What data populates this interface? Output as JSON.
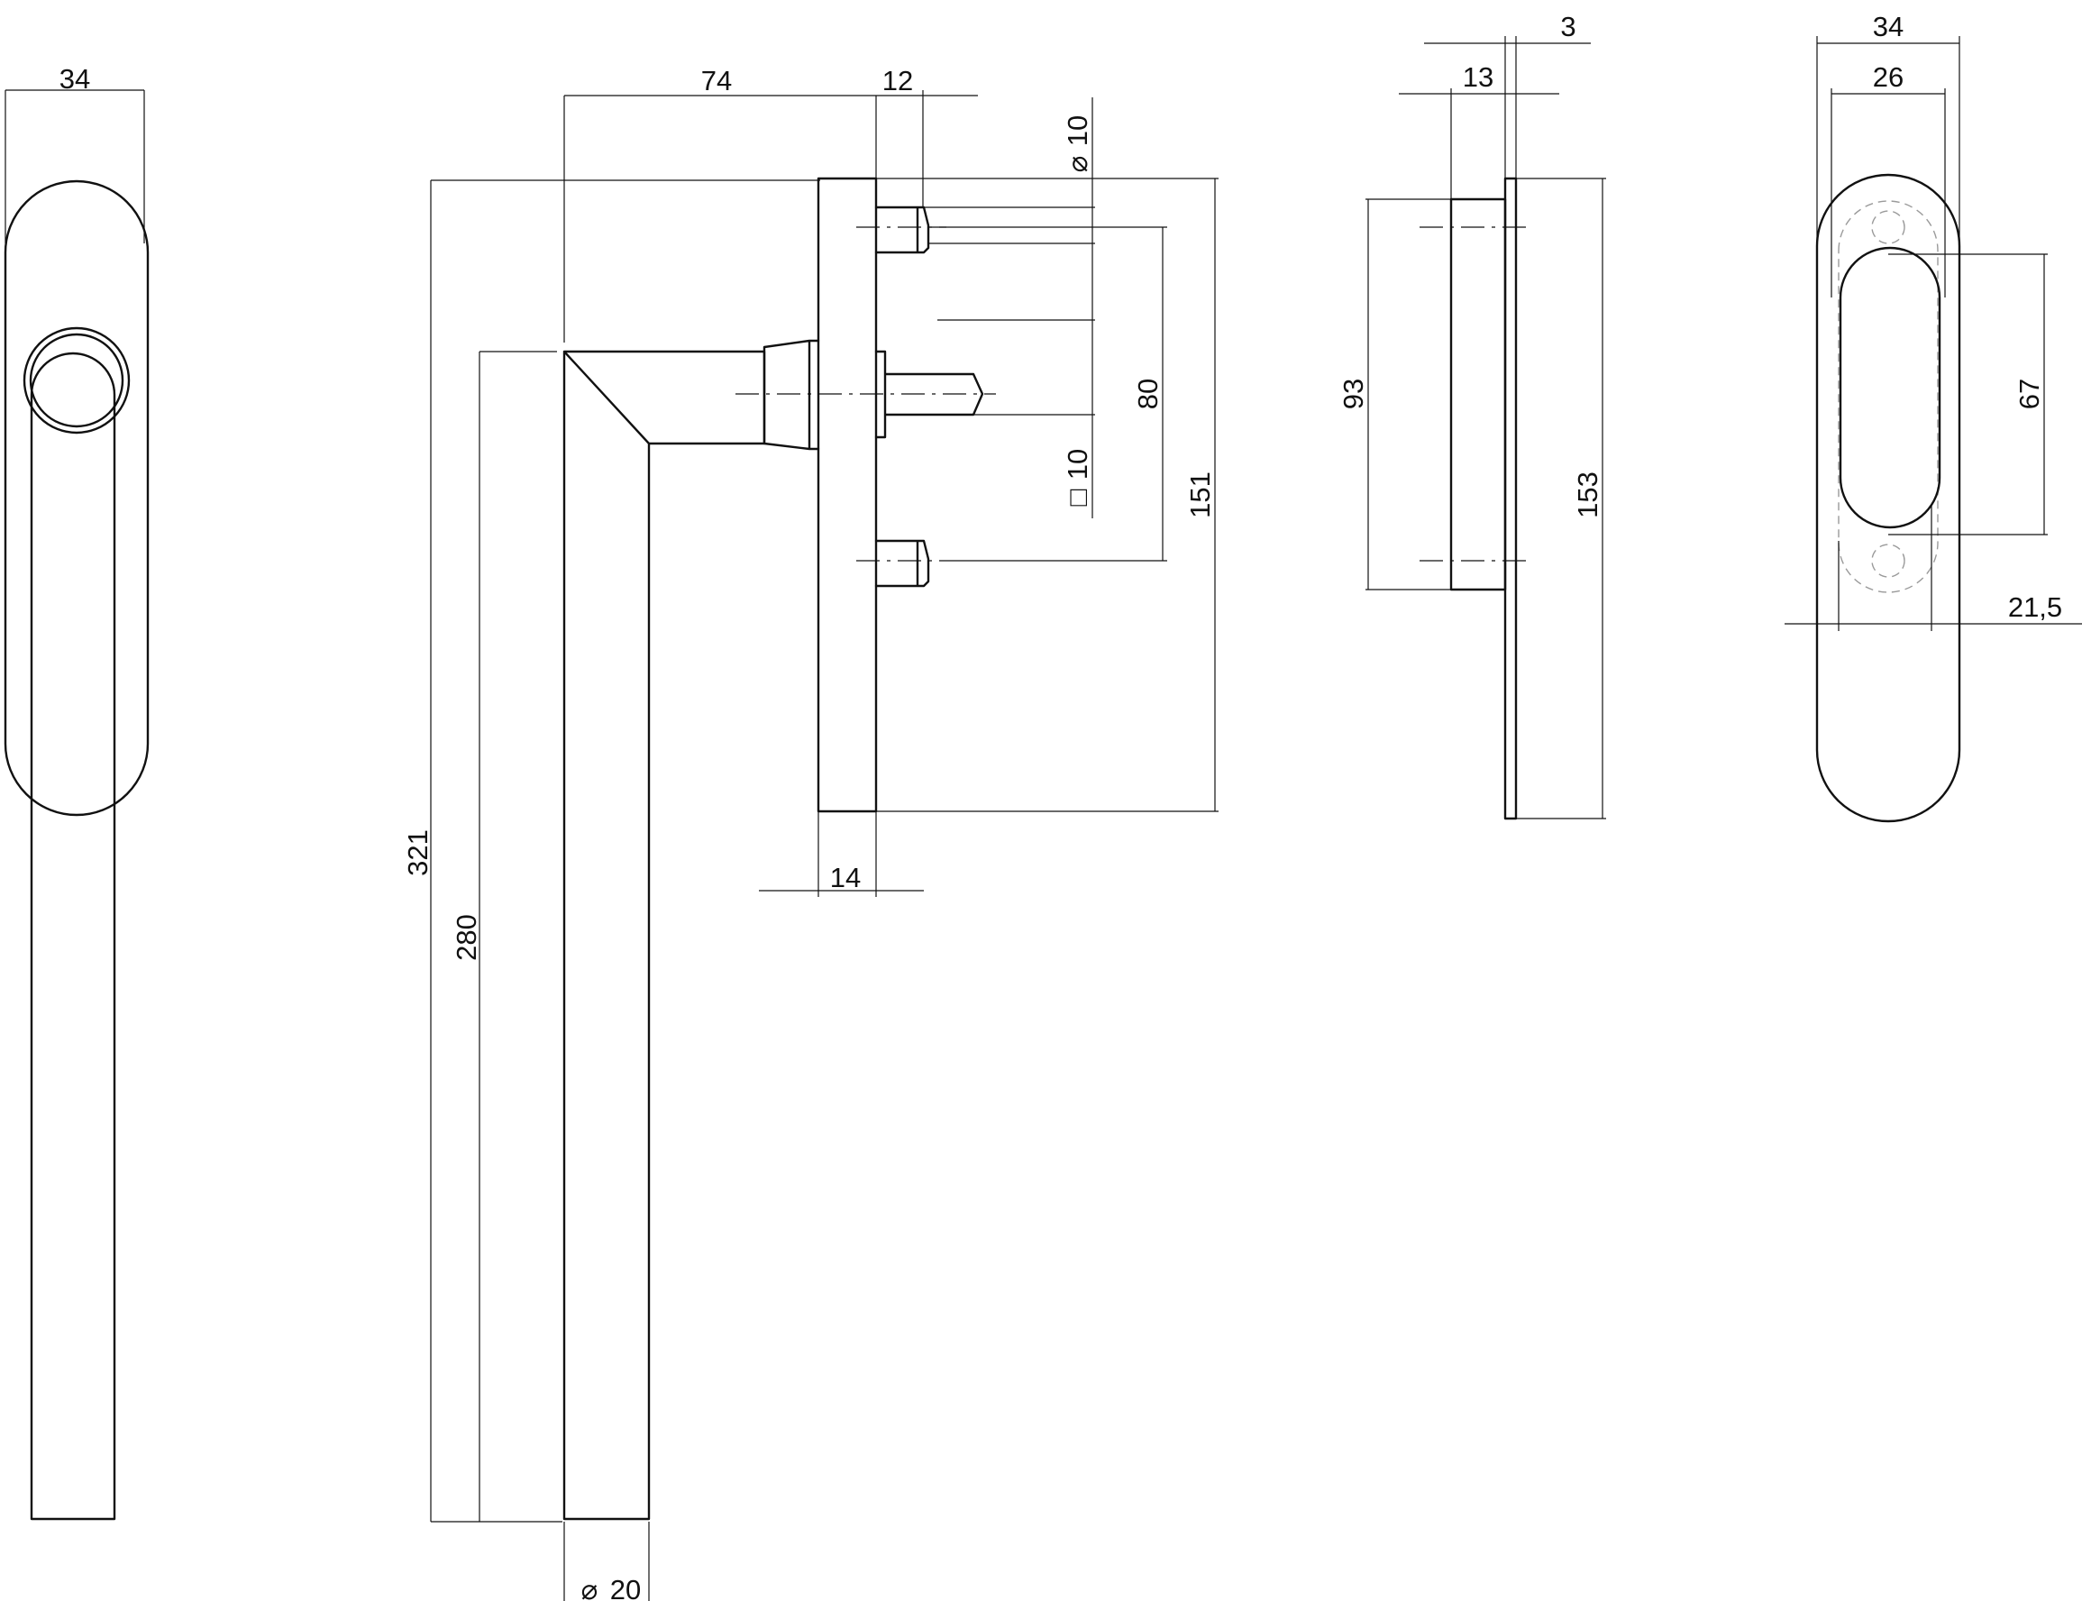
{
  "drawing": {
    "front": {
      "width": "34"
    },
    "side": {
      "projection": "74",
      "offset": "12",
      "height_total": "321",
      "lever_length": "280",
      "plate_depth": "14",
      "pin_diameter": "10",
      "spindle_square": "10",
      "screw_spacing": "80",
      "plate_height": "151",
      "bar_diameter": "20",
      "diameter_symbol": "⌀",
      "square_symbol": "□"
    },
    "plate_side": {
      "thickness": "3",
      "depth": "13",
      "screw_span": "93",
      "height": "153"
    },
    "plate_back": {
      "width": "34",
      "inner_width": "26",
      "slot_length": "67",
      "offset": "21,5"
    }
  }
}
